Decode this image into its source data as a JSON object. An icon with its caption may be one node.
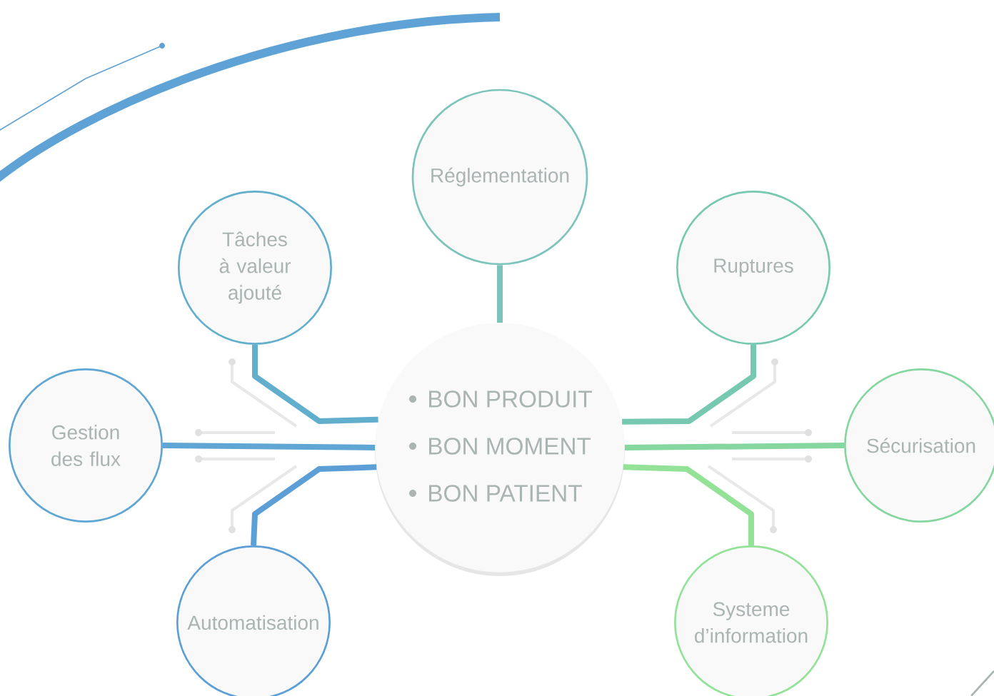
{
  "diagram": {
    "nodes": [
      {
        "text": [
          "BON PRODUIT",
          "BON MOMENT",
          "BON PATIENT"
        ]
      },
      {
        "text": [
          "Réglementation"
        ]
      },
      {
        "text": [
          "Tâches à valeur ajouté"
        ]
      },
      {
        "text": [
          "Ruptures"
        ]
      },
      {
        "text": [
          "Gestion des flux"
        ]
      },
      {
        "text": [
          "Sécurisation"
        ]
      },
      {
        "text": [
          "Automatisation"
        ]
      },
      {
        "text": [
          "Systeme d’information"
        ]
      }
    ],
    "edges": [
      {
        "from": 0,
        "to": 1,
        "arrow": "none",
        "color": "#7cc4bb"
      },
      {
        "from": 0,
        "to": 2,
        "arrow": "none",
        "color": "#62aecd"
      },
      {
        "from": 0,
        "to": 3,
        "arrow": "none",
        "color": "#77c8b0"
      },
      {
        "from": 0,
        "to": 4,
        "arrow": "none",
        "color": "#5fa6d4"
      },
      {
        "from": 0,
        "to": 5,
        "arrow": "none",
        "color": "#86d6a0"
      },
      {
        "from": 0,
        "to": 6,
        "arrow": "none",
        "color": "#5b9fd6"
      },
      {
        "from": 0,
        "to": 7,
        "arrow": "none",
        "color": "#93e298"
      }
    ]
  }
}
